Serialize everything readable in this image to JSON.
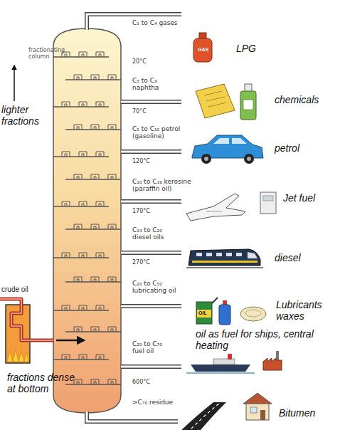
{
  "diagram": {
    "labels": [
      "fractionating column",
      "lighter fractions",
      "crude oil",
      "fractions dense at bottom",
      "C₁ to C₄ gases",
      "20°C",
      "C₅ to C₉ naphtha",
      "70°C",
      "C₅ to C₁₀ petrol (gasoline)",
      "120°C",
      "C₁₀ to C₁₆ kerosine (paraffin oil)",
      "170°C",
      "C₁₄ to C₂₀ diesel oils",
      "270°C",
      "C₂₀ to C₅₀ lubricating oil",
      "C₂₀ to C₇₀ fuel oil",
      "600°C",
      ">C₇₀ residue",
      "LPG",
      "GAS",
      "chemicals",
      "petrol",
      "Jet fuel",
      "diesel",
      "Lubricants waxes",
      "OIL",
      "oil as fuel for ships, central heating",
      "Bitumen"
    ]
  }
}
